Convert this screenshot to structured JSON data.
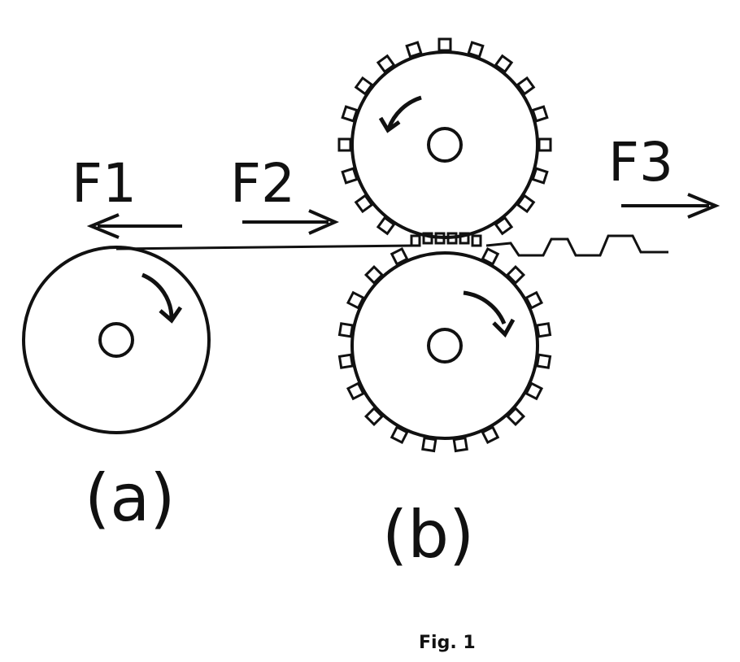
{
  "labels": {
    "force1": "F1",
    "force2": "F2",
    "force3": "F3",
    "roller_a": "(a)",
    "roller_b": "(b)",
    "caption": "Fig. 1"
  },
  "colors": {
    "ink": "#111111",
    "background": "#ffffff"
  }
}
